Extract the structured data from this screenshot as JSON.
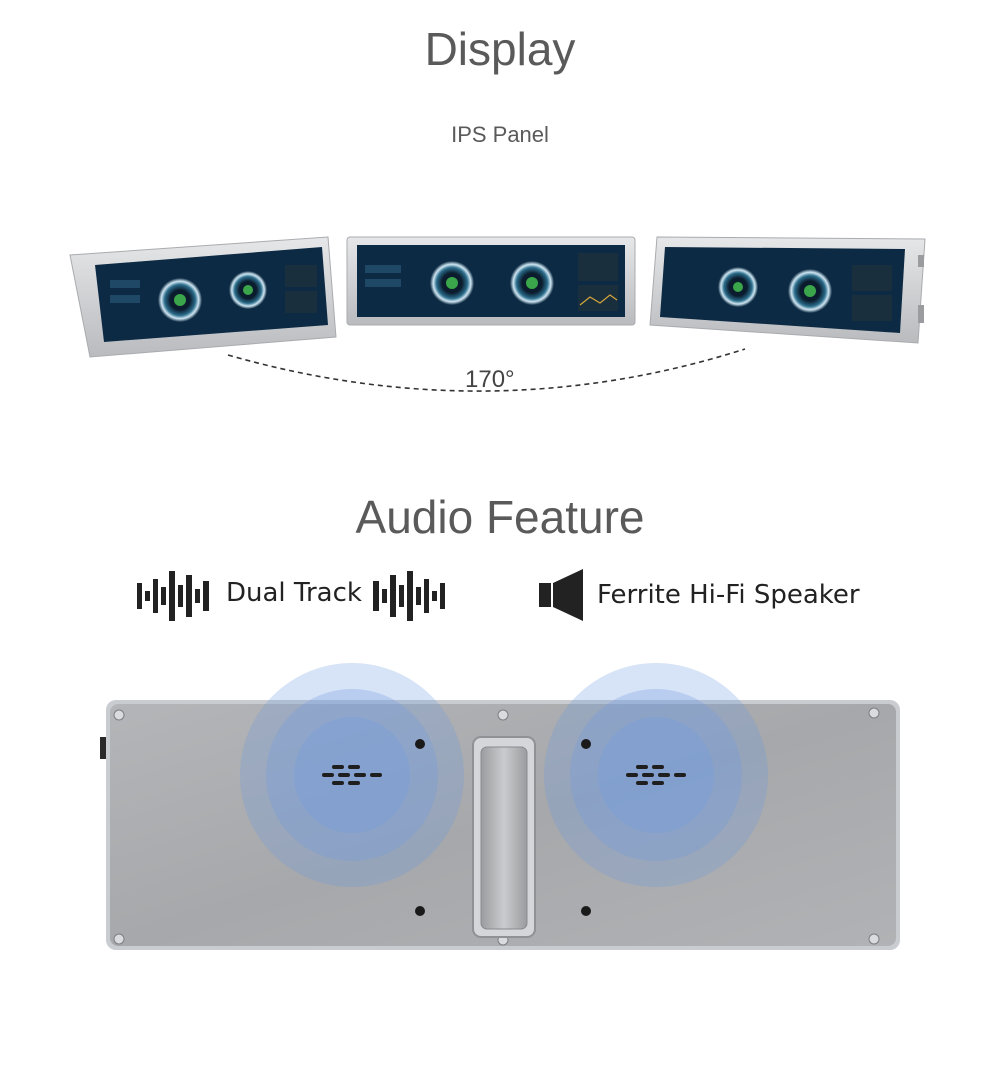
{
  "display": {
    "title": "Display",
    "subtitle": "IPS Panel",
    "angle": "170°"
  },
  "audio": {
    "title": "Audio Feature",
    "feature_1": "Dual Track",
    "feature_2": "Ferrite Hi-Fi Speaker"
  },
  "icons": {
    "waveform": "waveform-icon",
    "speaker": "speaker-icon"
  },
  "colors": {
    "heading": "#5a5a5a",
    "screen_bg": "#0d2a44",
    "panel_metal": "#a8aaad",
    "sound_wave": "#6f9be0"
  }
}
